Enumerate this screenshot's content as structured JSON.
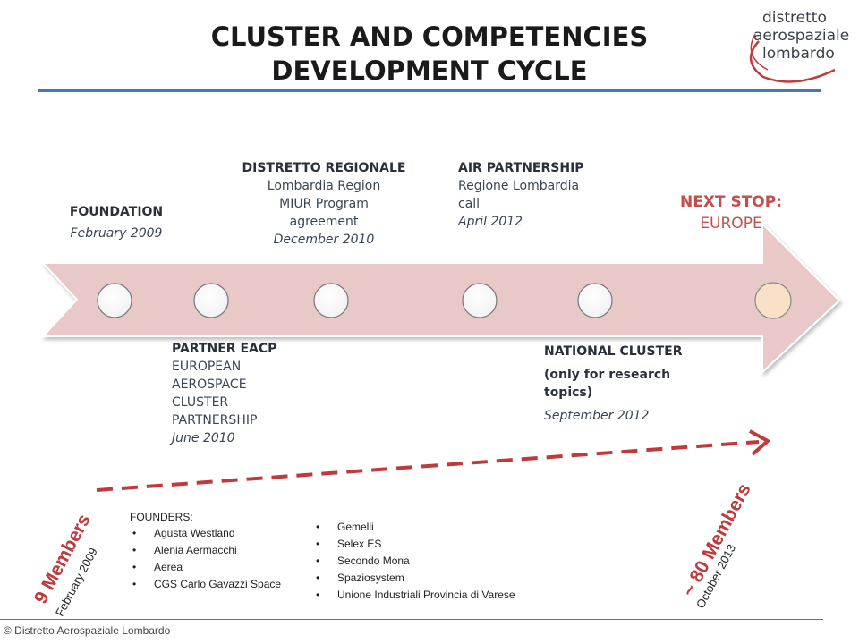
{
  "title": {
    "line1": "CLUSTER AND COMPETENCIES",
    "line2": "DEVELOPMENT CYCLE"
  },
  "logo": {
    "line1": "distretto",
    "line2": "aerospaziale",
    "line3": "lombardo"
  },
  "milestones": {
    "foundation": {
      "heading": "FOUNDATION",
      "date": "February 2009"
    },
    "partner_eacp": {
      "heading": "PARTNER EACP",
      "lines": [
        "EUROPEAN",
        "AEROSPACE",
        "CLUSTER",
        "PARTNERSHIP"
      ],
      "date": "June 2010"
    },
    "distretto_regionale": {
      "heading": "DISTRETTO REGIONALE",
      "lines": [
        "Lombardia Region",
        "MIUR Program",
        "agreement"
      ],
      "date": "December 2010"
    },
    "air_partnership": {
      "heading": "AIR PARTNERSHIP",
      "lines": [
        "Regione Lombardia",
        "call"
      ],
      "date": "April 2012"
    },
    "national_cluster": {
      "heading": "NATIONAL CLUSTER",
      "sub": "(only for research topics)",
      "date": "September 2012"
    },
    "next_stop": {
      "heading": "NEXT STOP:",
      "sub": "EUROPE"
    }
  },
  "members_start": {
    "count": "9 Members",
    "date": "February 2009"
  },
  "members_end": {
    "count": "~ 80 Members",
    "date": "October 2013"
  },
  "founders": {
    "label": "FOUNDERS:",
    "col1": [
      "Agusta Westland",
      "Alenia Aermacchi",
      "Aerea",
      "CGS Carlo Gavazzi Space"
    ],
    "col2": [
      "Gemelli",
      "Selex ES",
      "Secondo Mona",
      "Spaziosystem",
      "Unione Industriali Provincia di Varese"
    ]
  },
  "footer": "© Distretto Aerospaziale Lombardo",
  "colors": {
    "arrow_fill": "#e8c9c8",
    "accent_red": "#c0504d",
    "rule_blue": "#4a76b8",
    "final_circle": "#fbe0c8"
  }
}
